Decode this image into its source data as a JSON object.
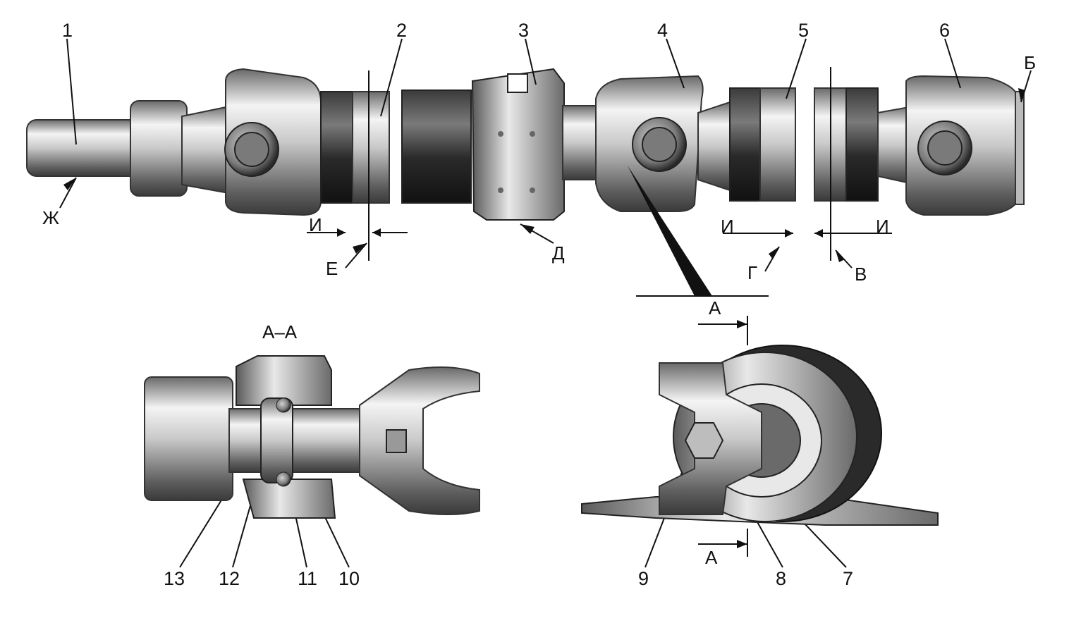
{
  "figure": {
    "part_numbers": [
      "1",
      "2",
      "3",
      "4",
      "5",
      "6",
      "7",
      "8",
      "9",
      "10",
      "11",
      "12",
      "13"
    ],
    "letters": {
      "b": "Б",
      "v": "В",
      "g": "Г",
      "d": "Д",
      "e": "Е",
      "zh": "Ж",
      "i_left": "И",
      "i_mid": "И",
      "i_right": "И",
      "a_leader": "А",
      "a_top": "А",
      "a_bottom": "А"
    },
    "section_title": "А–А"
  },
  "colors": {
    "ink": "#111111",
    "metal_light": "#f2f2f2",
    "metal_mid": "#b5b5b5",
    "metal_dark": "#4a4a4a",
    "rubber": "#1e1e1e"
  }
}
